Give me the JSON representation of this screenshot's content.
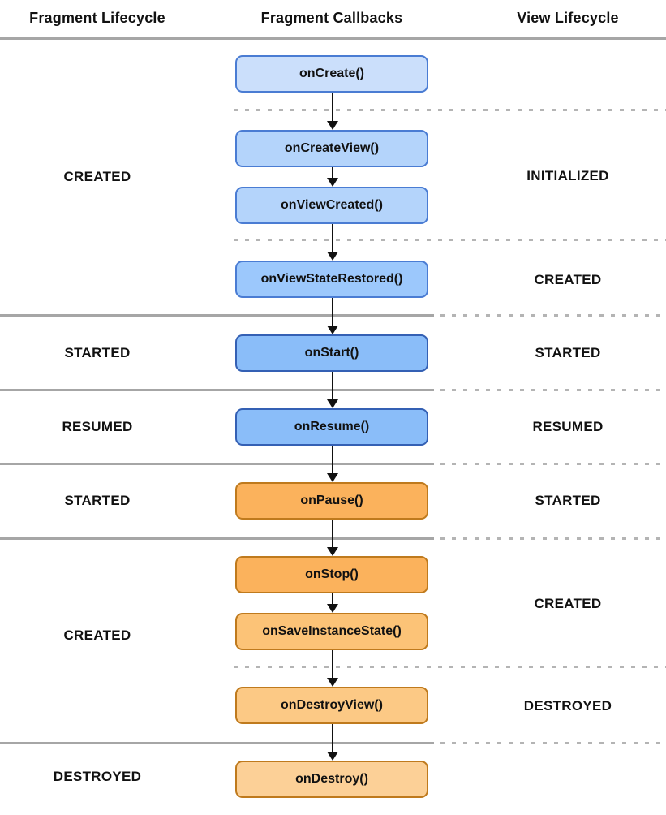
{
  "headers": {
    "fragment_lifecycle": "Fragment Lifecycle",
    "fragment_callbacks": "Fragment Callbacks",
    "view_lifecycle": "View Lifecycle"
  },
  "callbacks": [
    {
      "label": "onCreate()",
      "bg": "#cbdffb",
      "border": "#4a7cd3"
    },
    {
      "label": "onCreateView()",
      "bg": "#b4d4fb",
      "border": "#4a7cd3"
    },
    {
      "label": "onViewCreated()",
      "bg": "#b4d4fb",
      "border": "#4a7cd3"
    },
    {
      "label": "onViewStateRestored()",
      "bg": "#9cc8fc",
      "border": "#4a7cd3"
    },
    {
      "label": "onStart()",
      "bg": "#8abdf9",
      "border": "#3460b4"
    },
    {
      "label": "onResume()",
      "bg": "#8abdf9",
      "border": "#3460b4"
    },
    {
      "label": "onPause()",
      "bg": "#fbb25c",
      "border": "#bf7a1d"
    },
    {
      "label": "onStop()",
      "bg": "#fbb25c",
      "border": "#bf7a1d"
    },
    {
      "label": "onSaveInstanceState()",
      "bg": "#fcc377",
      "border": "#bf7a1d"
    },
    {
      "label": "onDestroyView()",
      "bg": "#fcc985",
      "border": "#bf7a1d"
    },
    {
      "label": "onDestroy()",
      "bg": "#fcd097",
      "border": "#bf7a1d"
    }
  ],
  "fragment_states": [
    "CREATED",
    "STARTED",
    "RESUMED",
    "STARTED",
    "CREATED",
    "DESTROYED"
  ],
  "view_states": [
    "INITIALIZED",
    "CREATED",
    "STARTED",
    "RESUMED",
    "STARTED",
    "CREATED",
    "DESTROYED"
  ],
  "colors": {
    "background": "#ffffff",
    "text": "#111111",
    "arrow": "#111111",
    "solid_divider": "#a6a6a6",
    "dashed_divider": "#b4b4b4"
  }
}
